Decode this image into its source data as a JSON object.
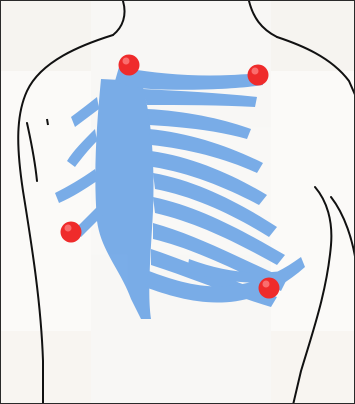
{
  "figure": {
    "description_visible_text": "",
    "colors": {
      "ribcage": "#6fa6e6",
      "electrode": "#ef2b2b",
      "electrode_highlight": "#ff8a8a",
      "outline": "#111111",
      "bleed_text": "#e8e2da",
      "background": "#fbfaf8"
    },
    "electrodes": [
      {
        "id": "right-upper-electrode"
      },
      {
        "id": "left-upper-electrode"
      },
      {
        "id": "right-lower-electrode"
      },
      {
        "id": "left-lower-electrode"
      }
    ]
  }
}
